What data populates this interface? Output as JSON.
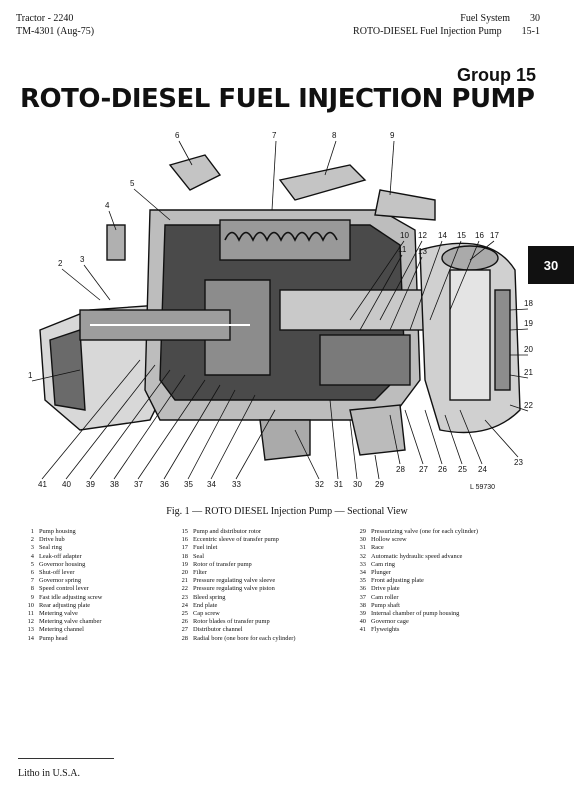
{
  "header": {
    "left_line1": "Tractor - 2240",
    "left_line2": "TM-4301 (Aug-75)",
    "right_section": "Fuel System",
    "right_page": "30",
    "right_subtitle": "ROTO-DIESEL Fuel Injection Pump",
    "right_subpage": "15-1"
  },
  "group_label": "Group 15",
  "page_title": "ROTO-DIESEL FUEL INJECTION PUMP",
  "side_tab": "30",
  "figure": {
    "caption": "Fig. 1 — ROTO DIESEL Injection Pump — Sectional View",
    "code": "L 59730",
    "callouts": [
      "1",
      "2",
      "3",
      "4",
      "5",
      "6",
      "7",
      "8",
      "9",
      "10",
      "11",
      "12",
      "13",
      "14",
      "15",
      "16",
      "17",
      "18",
      "19",
      "20",
      "21",
      "22",
      "23",
      "24",
      "25",
      "26",
      "27",
      "28",
      "29",
      "30",
      "31",
      "32",
      "33",
      "34",
      "35",
      "36",
      "37",
      "38",
      "39",
      "40",
      "41"
    ]
  },
  "legend": {
    "col1": [
      {
        "n": "1",
        "t": "Pump housing"
      },
      {
        "n": "2",
        "t": "Drive hub"
      },
      {
        "n": "3",
        "t": "Seal ring"
      },
      {
        "n": "4",
        "t": "Leak-off adapter"
      },
      {
        "n": "5",
        "t": "Governor housing"
      },
      {
        "n": "6",
        "t": "Shut-off lever"
      },
      {
        "n": "7",
        "t": "Governor spring"
      },
      {
        "n": "8",
        "t": "Speed control lever"
      },
      {
        "n": "9",
        "t": "Fast idle adjusting screw"
      },
      {
        "n": "10",
        "t": "Rear adjusting plate"
      },
      {
        "n": "11",
        "t": "Metering valve"
      },
      {
        "n": "12",
        "t": "Metering valve chamber"
      },
      {
        "n": "13",
        "t": "Metering channel"
      },
      {
        "n": "14",
        "t": "Pump head"
      }
    ],
    "col2": [
      {
        "n": "15",
        "t": "Pump and distributor rotor"
      },
      {
        "n": "16",
        "t": "Eccentric sleeve of transfer pump"
      },
      {
        "n": "17",
        "t": "Fuel inlet"
      },
      {
        "n": "18",
        "t": "Seal"
      },
      {
        "n": "19",
        "t": "Rotor of transfer pump"
      },
      {
        "n": "20",
        "t": "Filter"
      },
      {
        "n": "21",
        "t": "Pressure regulating valve sleeve"
      },
      {
        "n": "22",
        "t": "Pressure regulating valve piston"
      },
      {
        "n": "23",
        "t": "Bleed spring"
      },
      {
        "n": "24",
        "t": "End plate"
      },
      {
        "n": "25",
        "t": "Cap screw"
      },
      {
        "n": "26",
        "t": "Rotor blades of transfer pump"
      },
      {
        "n": "27",
        "t": "Distributor channel"
      },
      {
        "n": "28",
        "t": "Radial bore (one bore for each cylinder)"
      }
    ],
    "col3": [
      {
        "n": "29",
        "t": "Pressurizing valve (one for each cylinder)"
      },
      {
        "n": "30",
        "t": "Hollow screw"
      },
      {
        "n": "31",
        "t": "Race"
      },
      {
        "n": "32",
        "t": "Automatic hydraulic speed advance"
      },
      {
        "n": "33",
        "t": "Cam ring"
      },
      {
        "n": "34",
        "t": "Plunger"
      },
      {
        "n": "35",
        "t": "Front adjusting plate"
      },
      {
        "n": "36",
        "t": "Drive plate"
      },
      {
        "n": "37",
        "t": "Cam roller"
      },
      {
        "n": "38",
        "t": "Pump shaft"
      },
      {
        "n": "39",
        "t": "Internal chamber of pump housing"
      },
      {
        "n": "40",
        "t": "Governor cage"
      },
      {
        "n": "41",
        "t": "Flyweights"
      }
    ]
  },
  "footer": "Litho in U.S.A."
}
